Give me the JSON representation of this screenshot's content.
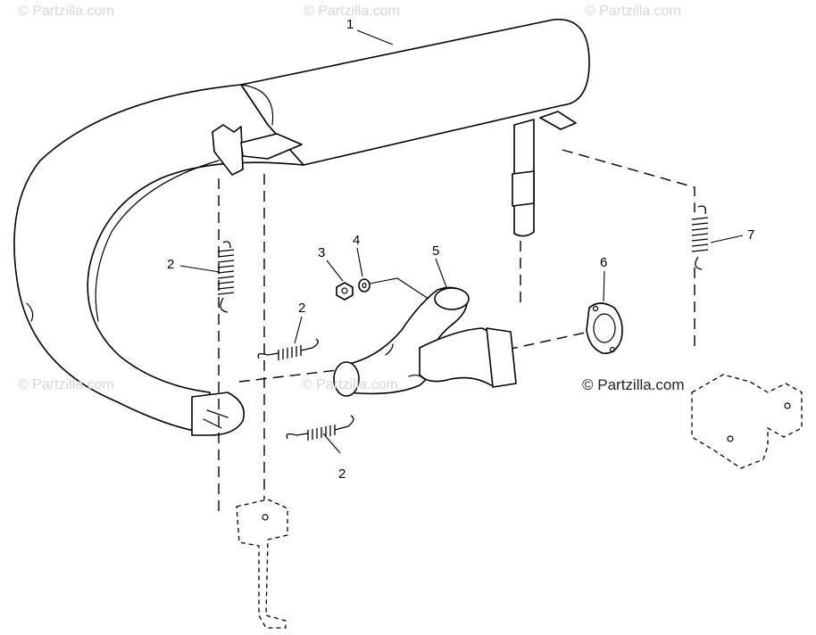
{
  "watermarks": {
    "top_left": "© Partzilla.com",
    "top_center": "© Partzilla.com",
    "top_right": "© Partzilla.com",
    "mid_left": "© Partzilla.com",
    "mid_center": "© Partzilla.com",
    "main": "© Partzilla.com"
  },
  "callouts": {
    "muffler": "1",
    "spring_left": "2",
    "spring_middle": "2",
    "spring_bottom": "2",
    "nut": "3",
    "washer": "4",
    "exhaust_manifold": "5",
    "gasket": "6",
    "spring_right": "7"
  },
  "colors": {
    "line": "#000000",
    "background": "#ffffff",
    "watermark": "#d6d6d6"
  }
}
